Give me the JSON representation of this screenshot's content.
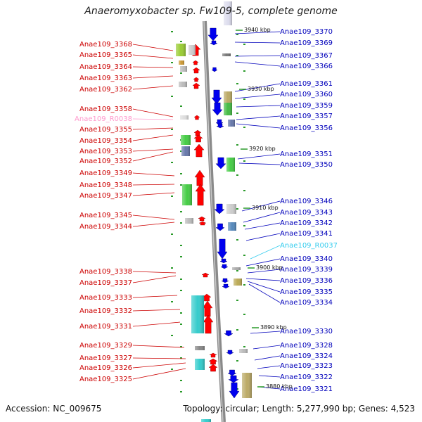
{
  "title": "Anaeromyxobacter sp. Fw109-5, complete genome",
  "footer": {
    "accession_text": "Accession: NC_009675",
    "summary_text": "Topology: circular; Length: 5,277,990 bp; Genes: 4,523"
  },
  "colors": {
    "left_label": "#cc0000",
    "right_label": "#0000bb",
    "rna_left": "#ff99cc",
    "rna_right": "#33ccee",
    "dna": "#909090",
    "plus_gene": "#ff0000",
    "minus_gene": "#0000ee"
  },
  "scale_labels": [
    "3940 kbp",
    "3930 kbp",
    "3920 kbp",
    "3910 kbp",
    "3900 kbp",
    "3890 kbp",
    "3880 kbp"
  ],
  "left_genes": [
    {
      "name": "Anae109_3368"
    },
    {
      "name": "Anae109_3365"
    },
    {
      "name": "Anae109_3364"
    },
    {
      "name": "Anae109_3363"
    },
    {
      "name": "Anae109_3362"
    },
    {
      "name": "Anae109_3358"
    },
    {
      "name": "Anae109_R0038",
      "rna": true
    },
    {
      "name": "Anae109_3355"
    },
    {
      "name": "Anae109_3354"
    },
    {
      "name": "Anae109_3353"
    },
    {
      "name": "Anae109_3352"
    },
    {
      "name": "Anae109_3349"
    },
    {
      "name": "Anae109_3348"
    },
    {
      "name": "Anae109_3347"
    },
    {
      "name": "Anae109_3345"
    },
    {
      "name": "Anae109_3344"
    },
    {
      "name": "Anae109_3338"
    },
    {
      "name": "Anae109_3337"
    },
    {
      "name": "Anae109_3333"
    },
    {
      "name": "Anae109_3332"
    },
    {
      "name": "Anae109_3331"
    },
    {
      "name": "Anae109_3329"
    },
    {
      "name": "Anae109_3327"
    },
    {
      "name": "Anae109_3326"
    },
    {
      "name": "Anae109_3325"
    }
  ],
  "right_genes": [
    {
      "name": "Anae109_3370"
    },
    {
      "name": "Anae109_3369"
    },
    {
      "name": "Anae109_3367"
    },
    {
      "name": "Anae109_3366"
    },
    {
      "name": "Anae109_3361"
    },
    {
      "name": "Anae109_3360"
    },
    {
      "name": "Anae109_3359"
    },
    {
      "name": "Anae109_3357"
    },
    {
      "name": "Anae109_3356"
    },
    {
      "name": "Anae109_3351"
    },
    {
      "name": "Anae109_3350"
    },
    {
      "name": "Anae109_3346"
    },
    {
      "name": "Anae109_3343"
    },
    {
      "name": "Anae109_3342"
    },
    {
      "name": "Anae109_3341"
    },
    {
      "name": "Anae109_R0037",
      "rna": true
    },
    {
      "name": "Anae109_3340"
    },
    {
      "name": "Anae109_3339"
    },
    {
      "name": "Anae109_3336"
    },
    {
      "name": "Anae109_3335"
    },
    {
      "name": "Anae109_3334"
    },
    {
      "name": "Anae109_3330"
    },
    {
      "name": "Anae109_3328"
    },
    {
      "name": "Anae109_3324"
    },
    {
      "name": "Anae109_3323"
    },
    {
      "name": "Anae109_3322"
    },
    {
      "name": "Anae109_3321"
    }
  ]
}
